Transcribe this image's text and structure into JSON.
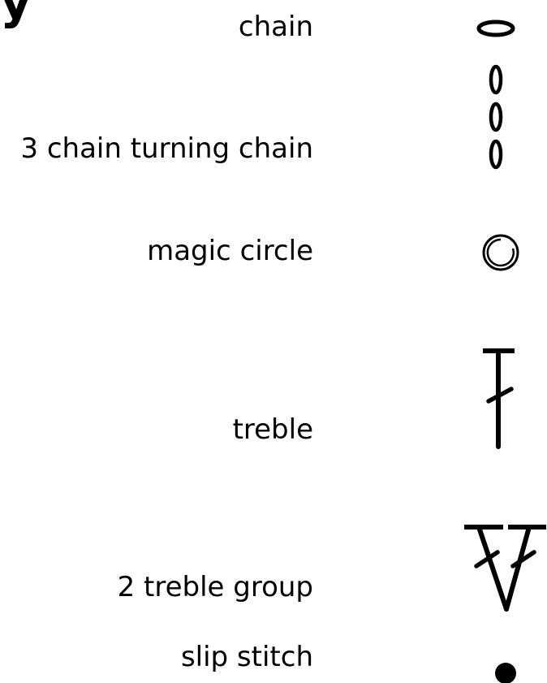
{
  "page": {
    "title_fragment": "y"
  },
  "legend": {
    "items": [
      {
        "id": "chain",
        "label": "chain",
        "symbol": "chain-icon"
      },
      {
        "id": "turning-chain",
        "label": "3 chain turning chain",
        "symbol": "turning-chain-icon"
      },
      {
        "id": "magic-circle",
        "label": "magic circle",
        "symbol": "magic-circle-icon"
      },
      {
        "id": "treble",
        "label": "treble",
        "symbol": "treble-icon"
      },
      {
        "id": "two-treble-group",
        "label": "2 treble group",
        "symbol": "two-treble-group-icon"
      },
      {
        "id": "slip-stitch",
        "label": "slip stitch",
        "symbol": "slip-stitch-icon"
      }
    ]
  },
  "colors": {
    "ink": "#000000",
    "background": "#ffffff"
  }
}
